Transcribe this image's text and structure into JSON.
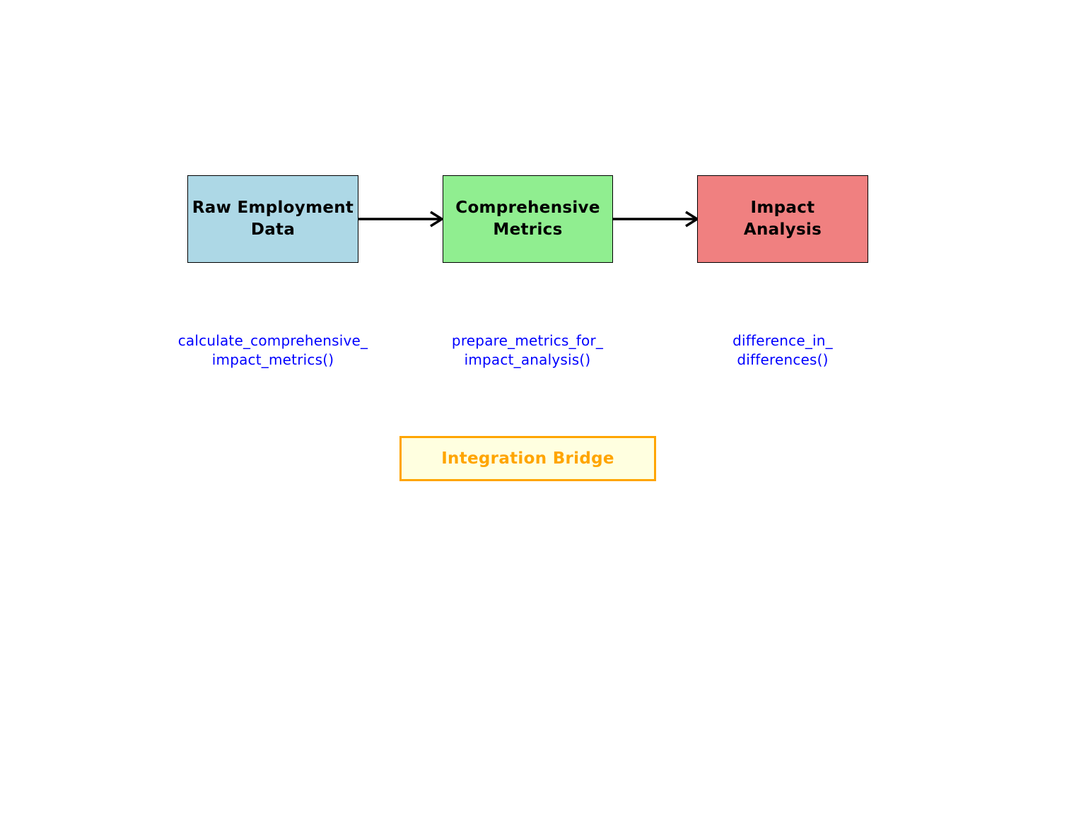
{
  "nodes": [
    {
      "label": "Raw Employment\nData",
      "fill": "#add8e6"
    },
    {
      "label": "Comprehensive\nMetrics",
      "fill": "#90ee90"
    },
    {
      "label": "Impact\nAnalysis",
      "fill": "#f08080"
    }
  ],
  "functions": [
    "calculate_comprehensive_\nimpact_metrics()",
    "prepare_metrics_for_\nimpact_analysis()",
    "difference_in_\ndifferences()"
  ],
  "function_color": "#0000ff",
  "bridge": {
    "label": "Integration Bridge",
    "text_color": "#ffa500",
    "border_color": "#ffa500",
    "fill": "#ffffe0"
  },
  "arrow_color": "#000000"
}
